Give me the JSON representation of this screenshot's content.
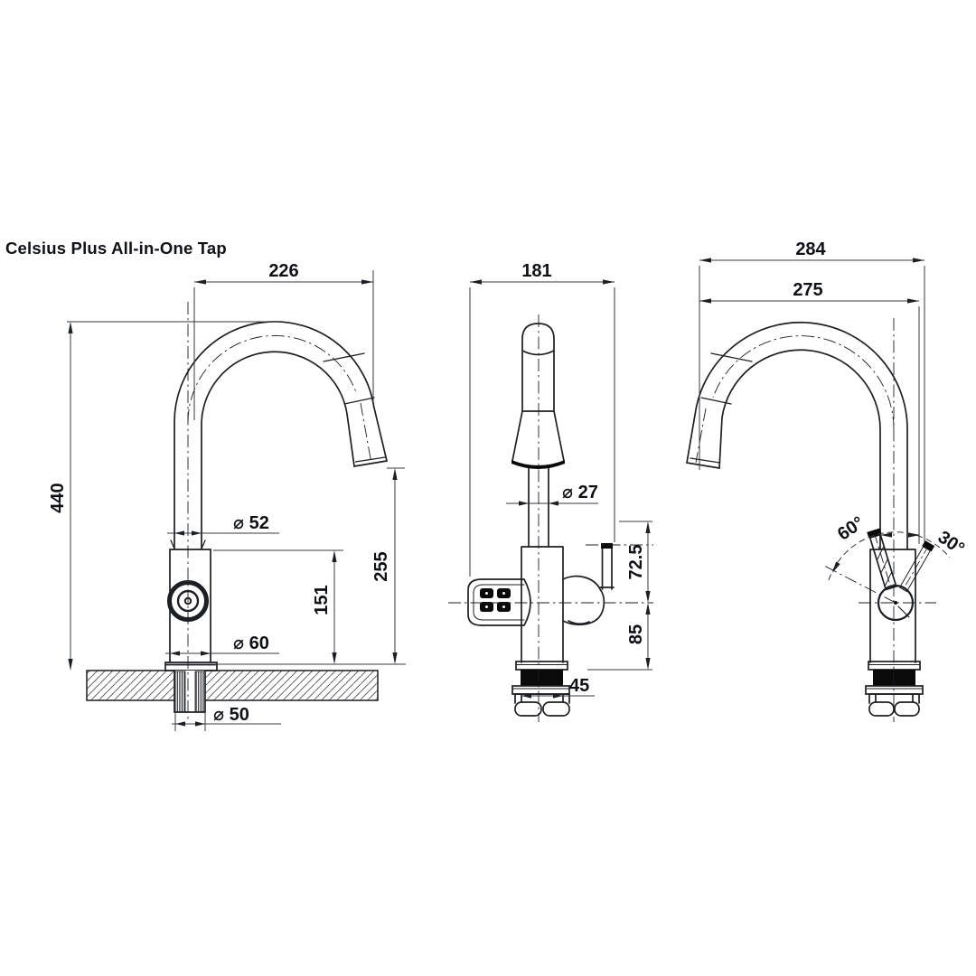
{
  "title": "Celsius Plus All-in-One Tap",
  "colors": {
    "line": "#1c1f23",
    "dim_line": "#35393e",
    "text": "#0e1116",
    "black_fill": "#0a0a0a",
    "background": "#ffffff"
  },
  "front_view": {
    "overall_width": "226",
    "overall_height": "440",
    "spout_pipe_dia": "⌀ 52",
    "spout_outlet_height": "255",
    "body_height": "151",
    "body_dia": "⌀ 60",
    "shank_dia": "⌀ 50"
  },
  "side_view": {
    "overall_depth": "181",
    "pipe_dia": "⌀ 27",
    "outlet_to_axis": "72.5",
    "axis_to_deck": "85",
    "tail_width": "45"
  },
  "rear_view": {
    "overall_reach": "284",
    "spout_reach": "275",
    "handle_swing_left": "60°",
    "handle_swing_right": "30°"
  }
}
